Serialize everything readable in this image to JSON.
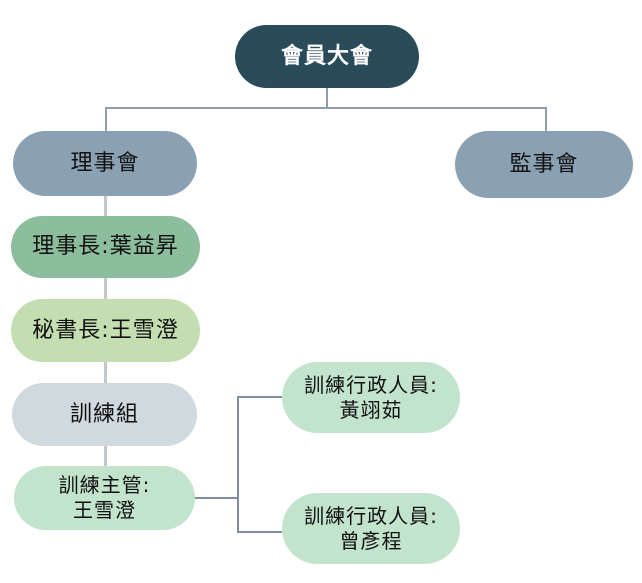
{
  "diagram": {
    "type": "org-chart",
    "nodes": {
      "assembly": {
        "label": "會員大會"
      },
      "board": {
        "label": "理事會"
      },
      "supervisory": {
        "label": "監事會"
      },
      "chairman": {
        "label": "理事長:葉益昇"
      },
      "secretary": {
        "label": "秘書長:王雪澄"
      },
      "training_group": {
        "label": "訓練組"
      },
      "training_supervisor": {
        "line1": "訓練主管:",
        "line2": "王雪澄"
      },
      "admin_staff_1": {
        "line1": "訓練行政人員:",
        "line2": "黃翊茹"
      },
      "admin_staff_2": {
        "line1": "訓練行政人員:",
        "line2": "曾彥程"
      }
    },
    "edges": [
      "會員大會→理事會",
      "會員大會→監事會",
      "理事會→理事長:葉益昇",
      "理事長:葉益昇→秘書長:王雪澄",
      "秘書長:王雪澄→訓練組",
      "訓練組→訓練主管:王雪澄",
      "訓練主管:王雪澄→訓練行政人員:黃翊茹",
      "訓練主管:王雪澄→訓練行政人員:曾彥程"
    ]
  },
  "colors": {
    "assembly_bg": "#2a4c5a",
    "assembly_text": "#ffffff",
    "council_bg": "#8aa1b4",
    "chairman_bg": "#8cbd9d",
    "secretary_bg": "#c4deb1",
    "training_group_bg": "#cfd9de",
    "mint_bg": "#c2e3cc",
    "tree_connector": "#8e9dab",
    "column_connector": "#c3c8cc",
    "branch_connector": "#7e8ea1"
  }
}
